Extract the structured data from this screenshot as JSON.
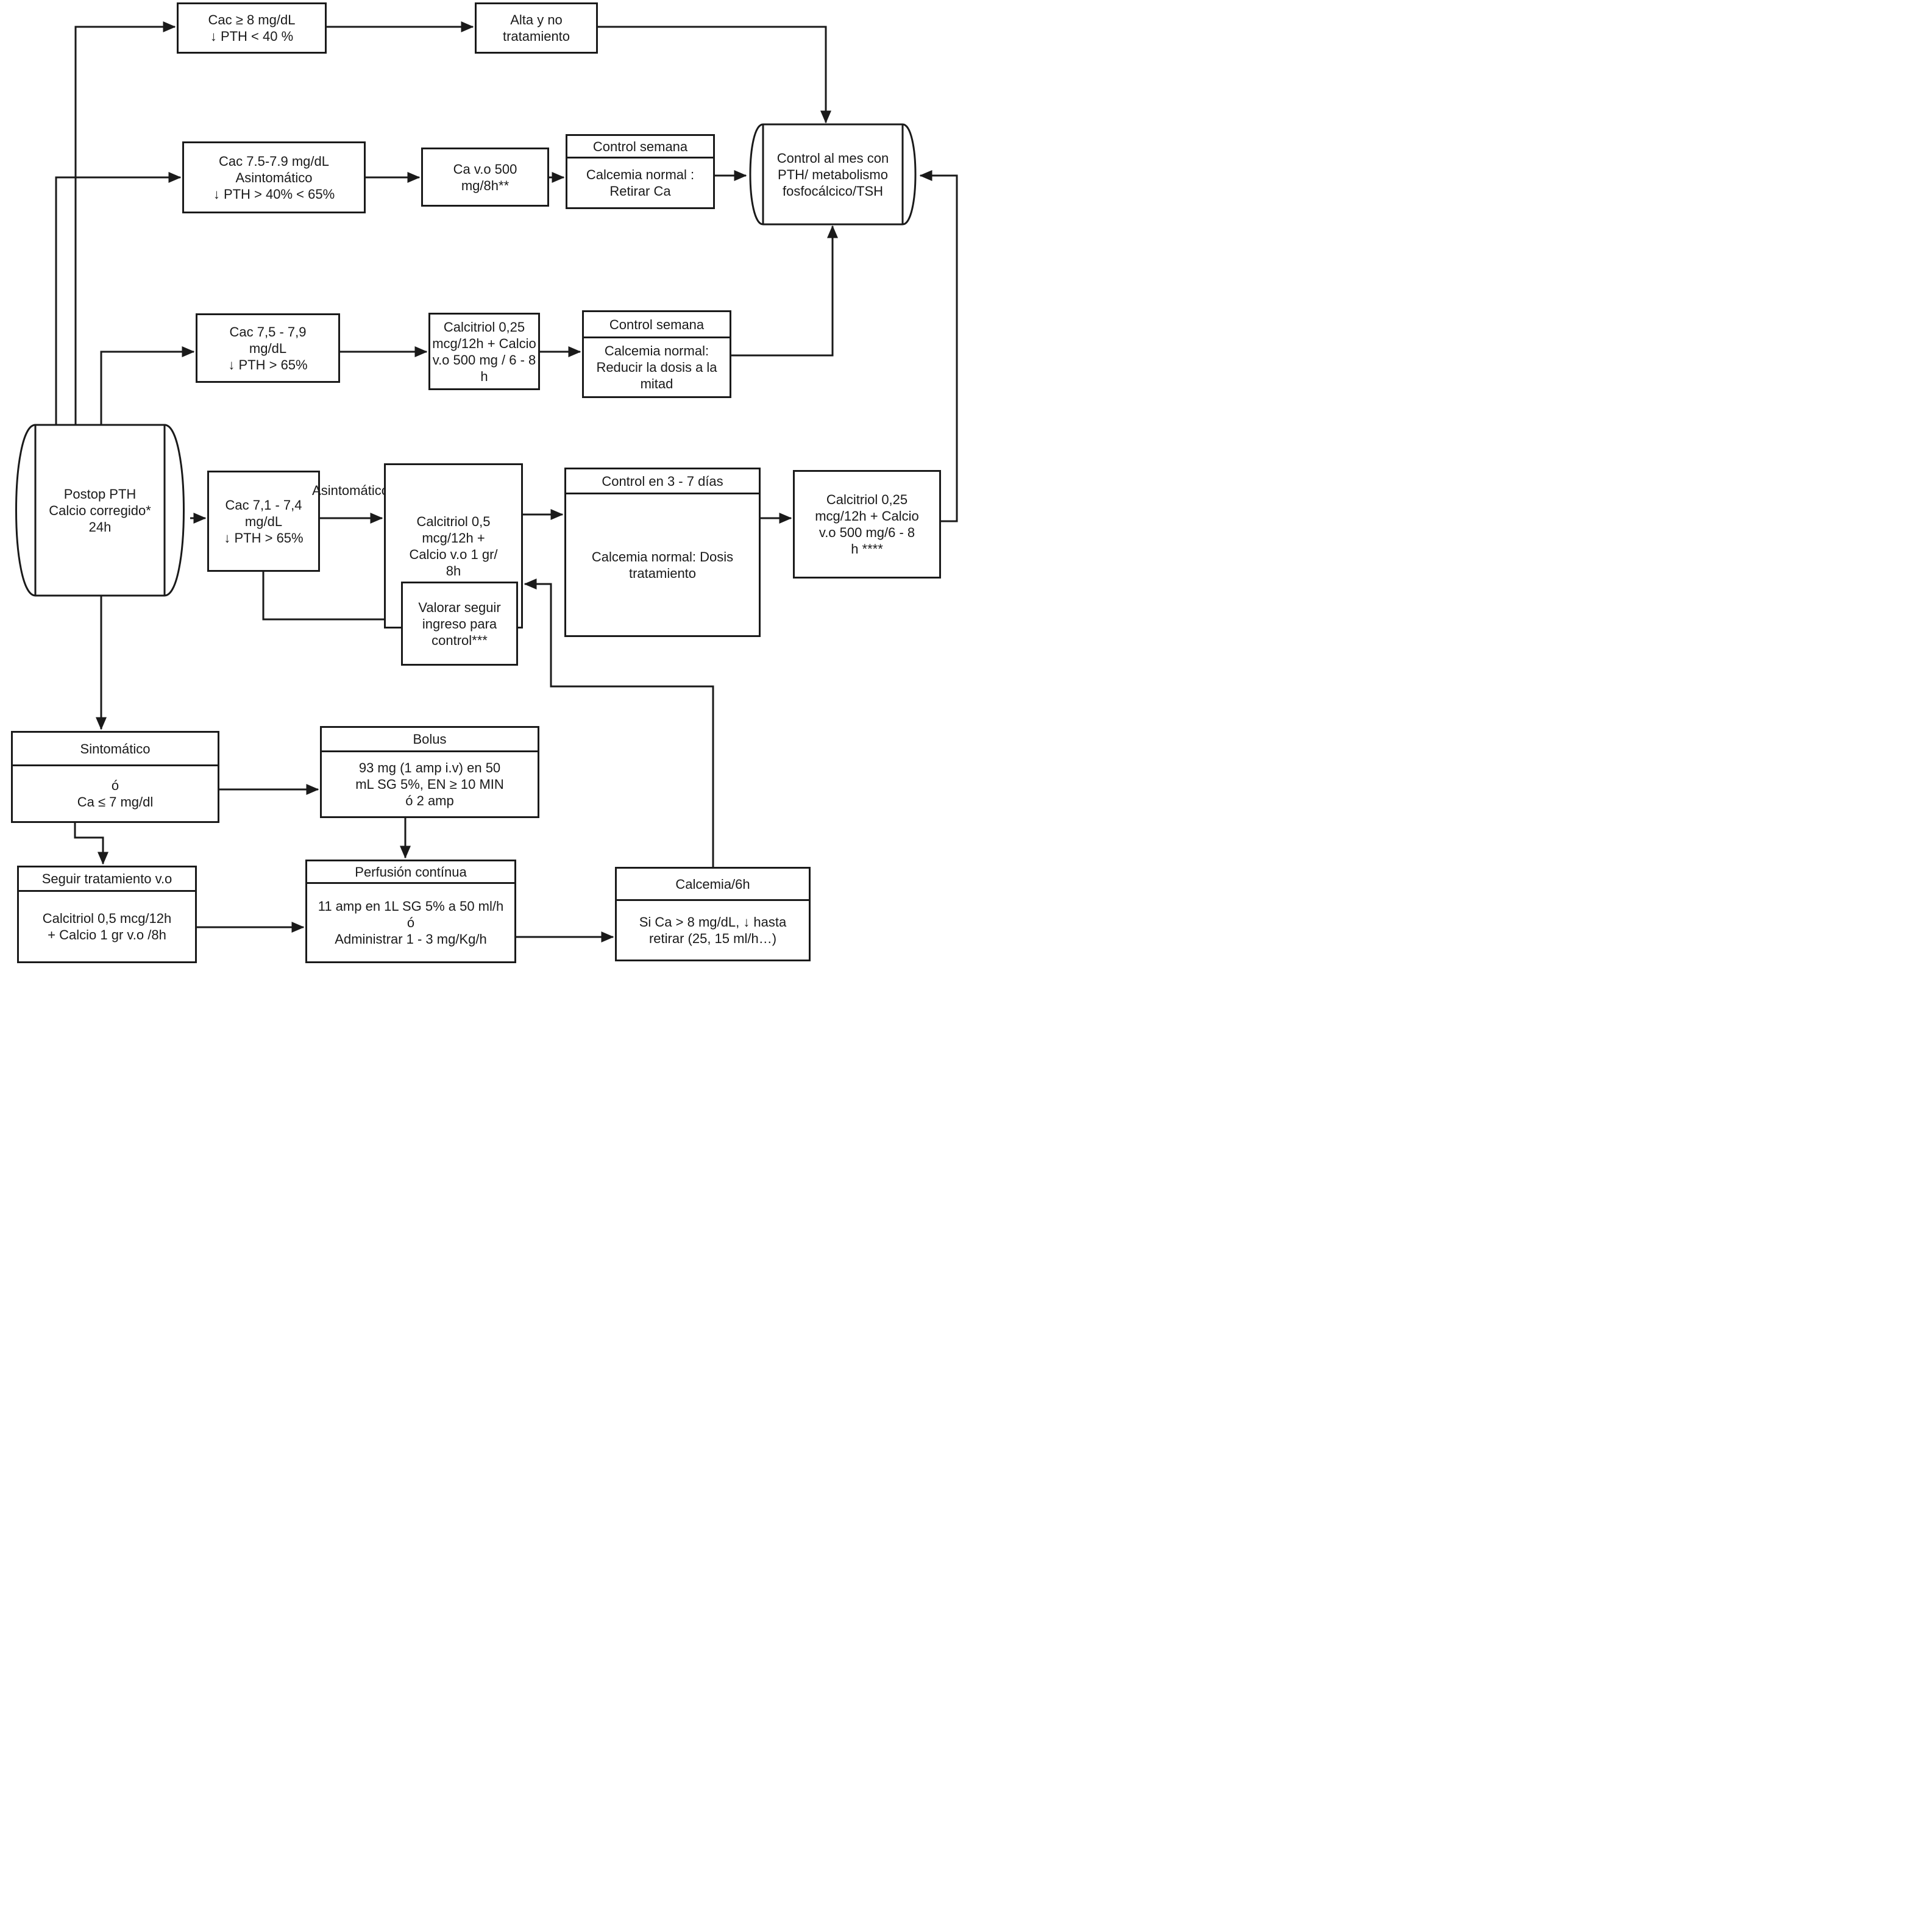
{
  "diagram": {
    "colors": {
      "stroke": "#1a1a1a",
      "background": "#ffffff"
    },
    "edge_labels": {
      "asintomatico": "Asintomático"
    },
    "nodes": {
      "cac_ge_8": {
        "lines": [
          "Cac ≥ 8 mg/dL",
          "↓ PTH < 40 %"
        ]
      },
      "alta": {
        "lines": [
          "Alta y no",
          "tratamiento"
        ]
      },
      "control_mes": {
        "lines": [
          "Control al mes con",
          "PTH/ metabolismo",
          "fosfocálcico/TSH"
        ]
      },
      "cac_75_79_asint": {
        "lines": [
          "Cac 7.5-7.9 mg/dL",
          "Asintomático",
          "↓ PTH > 40% < 65%"
        ]
      },
      "ca_vo_500": {
        "lines": [
          "Ca v.o 500",
          "mg/8h**"
        ]
      },
      "control_semana_retirar": {
        "header": "Control semana",
        "lines": [
          "Calcemia normal :",
          "Retirar Ca"
        ]
      },
      "cac_75_79_pth65": {
        "lines": [
          "Cac 7,5 - 7,9",
          "mg/dL",
          "↓ PTH > 65%"
        ]
      },
      "calcitriol_025_6_8": {
        "lines": [
          "Calcitriol 0,25",
          "mcg/12h + Calcio",
          "v.o 500 mg / 6 - 8",
          "h"
        ]
      },
      "control_semana_reducir": {
        "header": "Control semana",
        "lines": [
          "Calcemia normal:",
          "Reducir la dosis a la",
          "mitad"
        ]
      },
      "postop": {
        "lines": [
          "Postop PTH",
          "Calcio corregido*",
          "24h"
        ]
      },
      "cac_71_74": {
        "lines": [
          "Cac 7,1 - 7,4",
          "mg/dL",
          "↓ PTH > 65%"
        ]
      },
      "calcitriol_05_1gr": {
        "lines": [
          "Calcitriol 0,5",
          "mcg/12h +",
          "Calcio v.o 1 gr/",
          "8h"
        ]
      },
      "control_3_7_dias": {
        "header": "Control en 3 - 7 días",
        "lines": [
          "Calcemia normal: Dosis",
          "tratamiento"
        ]
      },
      "calcitriol_025_stars": {
        "lines": [
          "Calcitriol 0,25",
          "mcg/12h + Calcio",
          "v.o 500 mg/6 - 8",
          "h ****"
        ]
      },
      "valorar_ingreso": {
        "lines": [
          "Valorar seguir",
          "ingreso para",
          "control***"
        ]
      },
      "sintomatico": {
        "header": "Sintomático",
        "lines": [
          "ó",
          "Ca ≤ 7 mg/dl"
        ]
      },
      "bolus": {
        "header": "Bolus",
        "lines": [
          "93 mg (1 amp i.v) en 50",
          "mL SG 5%, EN ≥ 10 MIN",
          "ó 2 amp"
        ]
      },
      "seguir_tratamiento": {
        "header": "Seguir tratamiento v.o",
        "lines": [
          "Calcitriol 0,5 mcg/12h",
          "+ Calcio 1 gr v.o /8h"
        ]
      },
      "perfusion": {
        "header": "Perfusión contínua",
        "lines": [
          "11 amp en 1L SG 5% a 50 ml/h",
          "ó",
          "Administrar 1 - 3 mg/Kg/h"
        ]
      },
      "calcemia_6h": {
        "header": "Calcemia/6h",
        "lines": [
          "Si Ca > 8 mg/dL, ↓ hasta",
          "retirar (25, 15 ml/h…)"
        ]
      }
    }
  }
}
